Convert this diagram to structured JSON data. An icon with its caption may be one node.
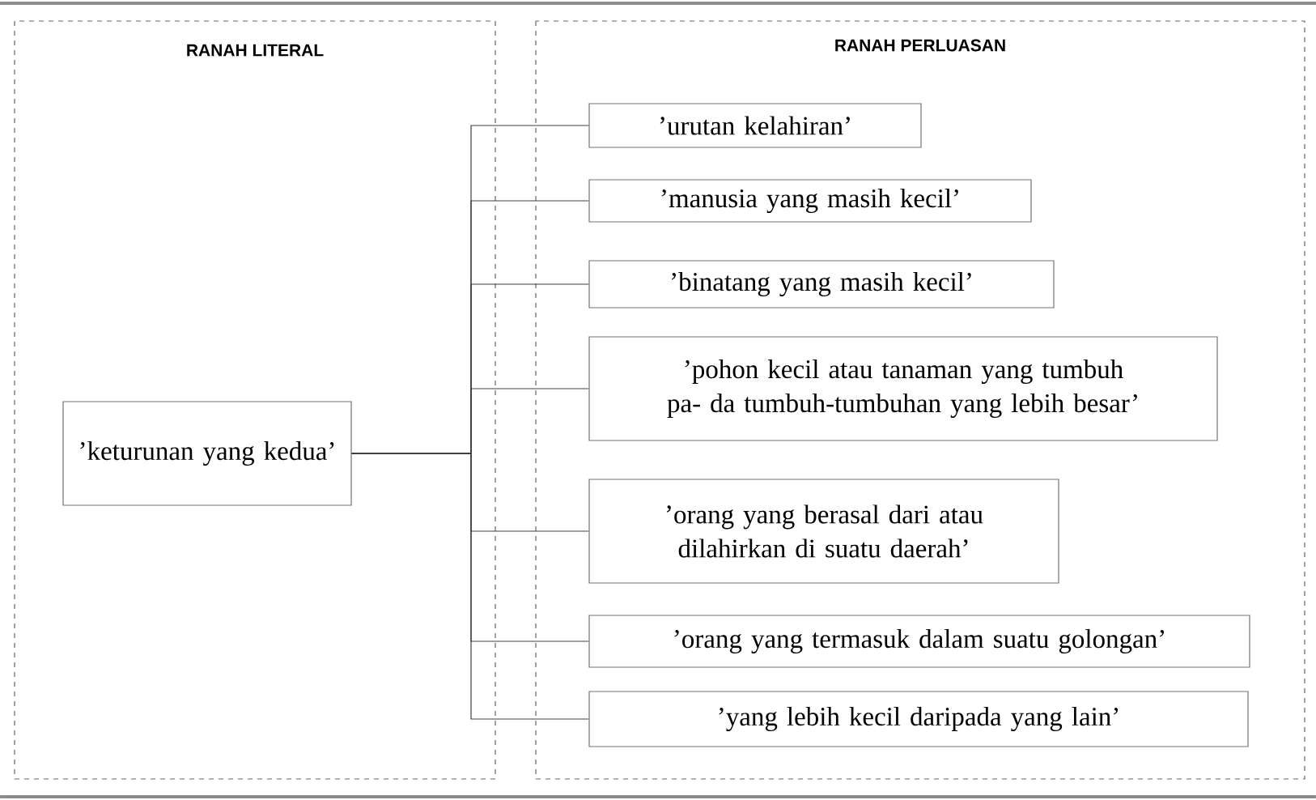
{
  "diagram": {
    "nodes": [
      {
        "text": [
          "RANAH LITERAL"
        ]
      },
      {
        "text": [
          "RANAH PERLUASAN"
        ]
      },
      {
        "text": [
          "’keturunan yang kedua’"
        ],
        "in": 0
      },
      {
        "text": [
          "’urutan kelahiran’"
        ],
        "in": 1
      },
      {
        "text": [
          "’manusia yang masih kecil’"
        ],
        "in": 1
      },
      {
        "text": [
          "’binatang yang masih kecil’"
        ],
        "in": 1
      },
      {
        "text": [
          "’pohon kecil atau tanaman yang tumbuh pa- da tumbuh-tumbuhan yang lebih besar’"
        ],
        "in": 1
      },
      {
        "text": [
          "’orang yang berasal dari atau dilahirkan di suatu daerah’"
        ],
        "in": 1
      },
      {
        "text": [
          "’orang yang termasuk dalam suatu golongan’"
        ],
        "in": 1
      },
      {
        "text": [
          "’yang lebih kecil daripada yang lain’"
        ],
        "in": 1
      }
    ],
    "edges": [
      {
        "from": 2,
        "to": 3,
        "arrow": "none"
      },
      {
        "from": 2,
        "to": 4,
        "arrow": "none"
      },
      {
        "from": 2,
        "to": 5,
        "arrow": "none"
      },
      {
        "from": 2,
        "to": 6,
        "arrow": "none"
      },
      {
        "from": 2,
        "to": 7,
        "arrow": "none"
      },
      {
        "from": 2,
        "to": 8,
        "arrow": "none"
      },
      {
        "from": 2,
        "to": 9,
        "arrow": "none"
      }
    ]
  }
}
